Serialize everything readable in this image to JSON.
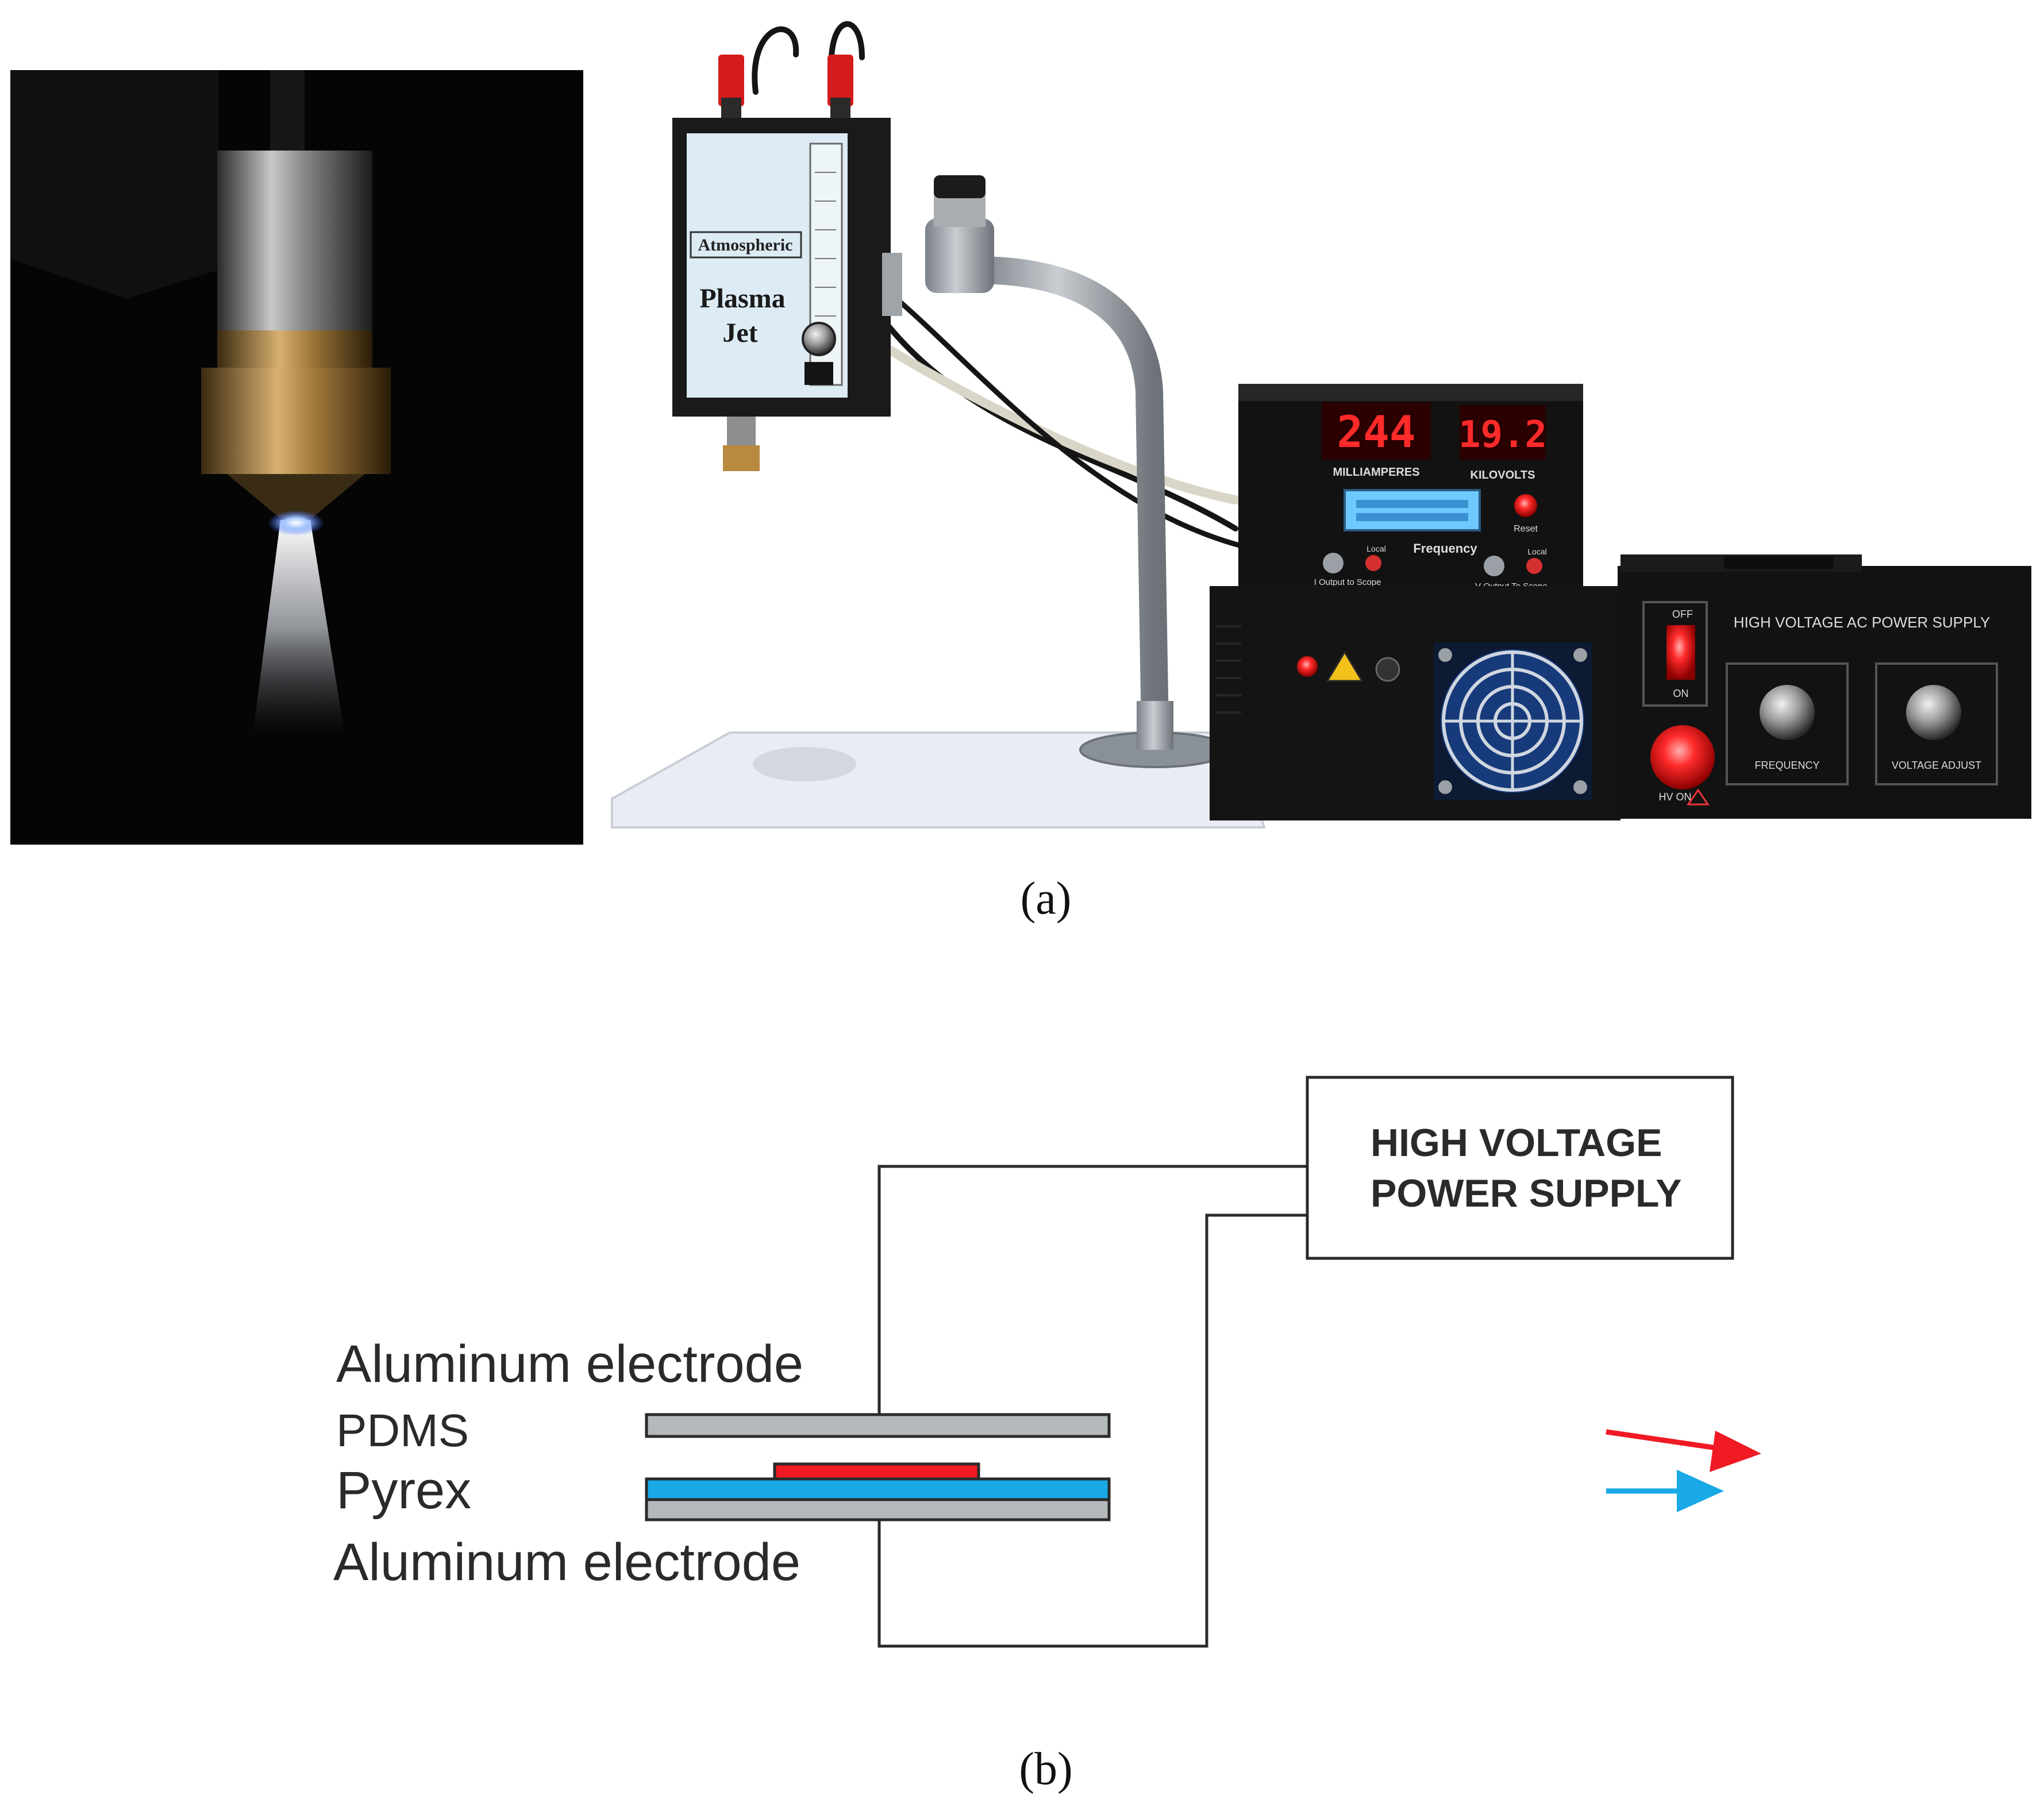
{
  "panel_a": {
    "caption": "(a)",
    "device_label_1": "Atmospheric",
    "device_label_2": "Plasma",
    "device_label_3": "Jet",
    "meter_current": "244",
    "meter_voltage": "19.2",
    "meter_current_unit": "MILLIAMPERES",
    "meter_voltage_unit": "KILOVOLTS",
    "frequency_label": "Frequency",
    "reset_label": "Reset",
    "i_output_label": "I Output to Scope",
    "v_output_label": "V Output To Scope",
    "local_label": "Local",
    "supply_title": "HIGH VOLTAGE AC POWER SUPPLY",
    "off_label": "OFF",
    "on_label": "ON",
    "hv_on_label": "HV ON",
    "knob_frequency_label": "FREQUENCY",
    "knob_voltage_label": "VOLTAGE ADJUST",
    "colors": {
      "led_red": "#ff2a2a",
      "lcd_blue": "#6ec9ff",
      "case_black": "#141414"
    }
  },
  "panel_b": {
    "caption": "(b)",
    "power_supply_line1": "HIGH VOLTAGE",
    "power_supply_line2": "POWER SUPPLY",
    "label_top_electrode": "Aluminum electrode",
    "label_pdms": "PDMS",
    "label_pyrex": "Pyrex",
    "label_bottom_electrode": "Aluminum electrode",
    "colors": {
      "electrode_gray": "#b4b9bb",
      "pyrex_blue": "#19a9e6",
      "pdms_red": "#ef1a24",
      "arrow_red": "#ef1a24",
      "arrow_blue": "#19a9e6"
    }
  }
}
